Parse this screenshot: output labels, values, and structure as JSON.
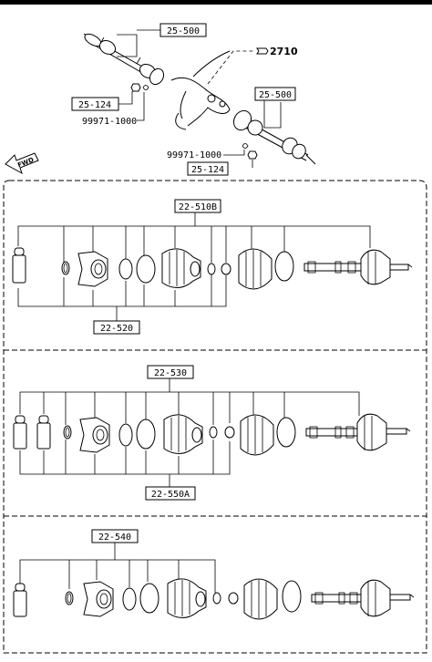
{
  "callouts": {
    "top_left_25_500": "25-500",
    "ref_2710": "2710",
    "top_right_25_500": "25-500",
    "left_25_124": "25-124",
    "left_99971": "99971-1000",
    "right_99971": "99971-1000",
    "right_25_124": "25-124",
    "fwd": "FWD",
    "p1_top": "22-510B",
    "p1_bottom": "22-520",
    "p2_top": "22-530",
    "p2_bottom": "22-550A",
    "p3_top": "22-540"
  }
}
